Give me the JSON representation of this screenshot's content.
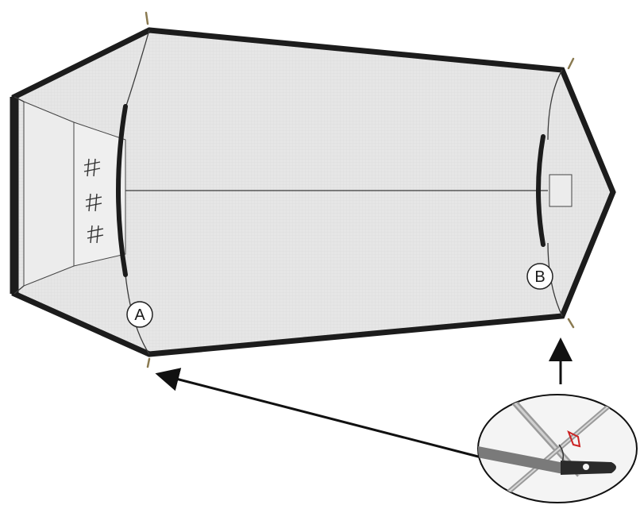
{
  "diagram": {
    "callouts": {
      "a": {
        "label": "A"
      },
      "b": {
        "label": "B"
      }
    },
    "colors": {
      "outline": "#1c1c1c",
      "fabric_fill": "#e6e6e6",
      "mesh_fill": "#ededed",
      "line": "#3a3a3a",
      "arrow": "#111111",
      "peg": "#8a7a50",
      "detail_buckle": "#cc2222"
    },
    "icons": [
      "arrow-up-icon",
      "arrow-left-icon",
      "tent-pole-clip-detail"
    ]
  }
}
